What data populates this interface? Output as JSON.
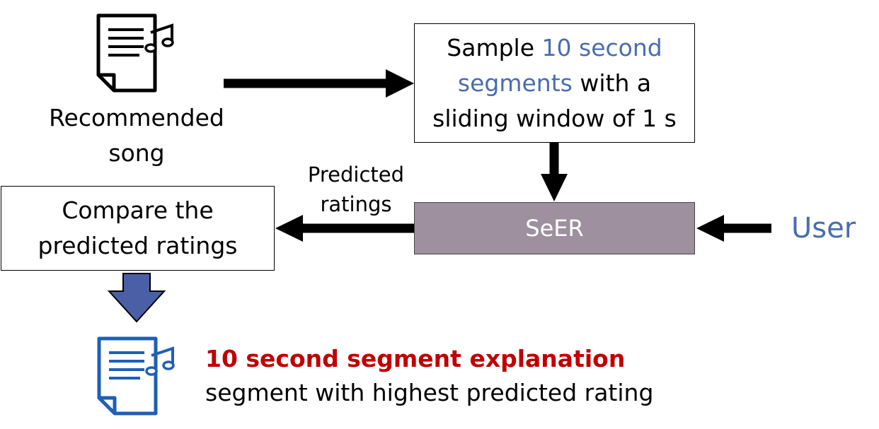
{
  "colors": {
    "accent_blue": "#4a6cb0",
    "accent_red": "#c00000",
    "seer_fill": "#9e909e",
    "down_arrow_fill": "#4a5fa6",
    "doc_icon_blue": "#1f5fb4"
  },
  "icons": {
    "input_song": "music-document-icon",
    "output_segment": "music-document-icon"
  },
  "input": {
    "label_line1": "Recommended",
    "label_line2": "song"
  },
  "sample_box": {
    "text_part1": "Sample ",
    "highlight_part1": "10 second",
    "highlight_part2": "segments",
    "text_part2": " with a",
    "line3": "sliding window of 1 s"
  },
  "seer_box": {
    "label": "SeER"
  },
  "user": {
    "label": "User"
  },
  "predicted_ratings": {
    "line1": "Predicted",
    "line2": "ratings"
  },
  "compare_box": {
    "line1": "Compare the",
    "line2": "predicted ratings"
  },
  "output": {
    "title": "10 second segment explanation",
    "subtitle": "segment with highest predicted rating"
  }
}
